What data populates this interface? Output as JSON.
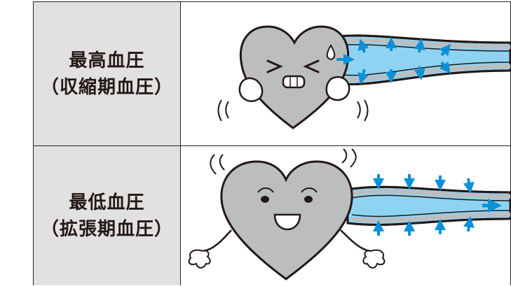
{
  "rows": [
    {
      "title": "最高血圧",
      "subtitle": "（収縮期血圧）",
      "illustration": "heart-contracting-icon"
    },
    {
      "title": "最低血圧",
      "subtitle": "（拡張期血圧）",
      "illustration": "heart-relaxing-icon"
    }
  ],
  "colors": {
    "label_bg": "#e1e1e1",
    "heart_fill": "#bcbdbf",
    "vessel_fill": "#8fd3f2",
    "arrow": "#0a91d8",
    "line": "#231815"
  }
}
